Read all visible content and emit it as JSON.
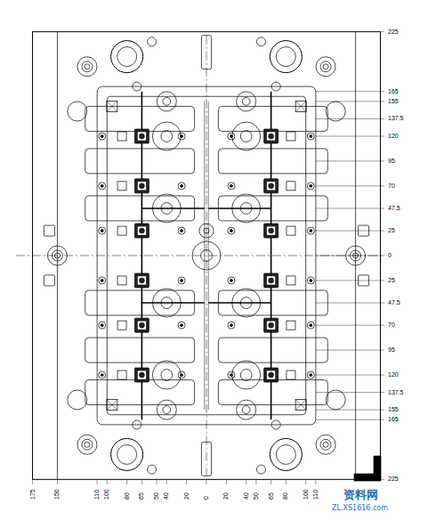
{
  "diagram": {
    "labels": [
      "225",
      "165",
      "155",
      "137.5",
      "120",
      "95",
      "70",
      "47.5",
      "25",
      "0",
      "25",
      "47.5",
      "70",
      "95",
      "120",
      "137.5",
      "155",
      "165",
      "225",
      "175",
      "150",
      "110",
      "100",
      "80",
      "65",
      "50",
      "40",
      "20",
      "0",
      "20",
      "40",
      "50",
      "65",
      "80",
      "100",
      "110",
      "资料网",
      "ZL.XS1616.com"
    ]
  }
}
